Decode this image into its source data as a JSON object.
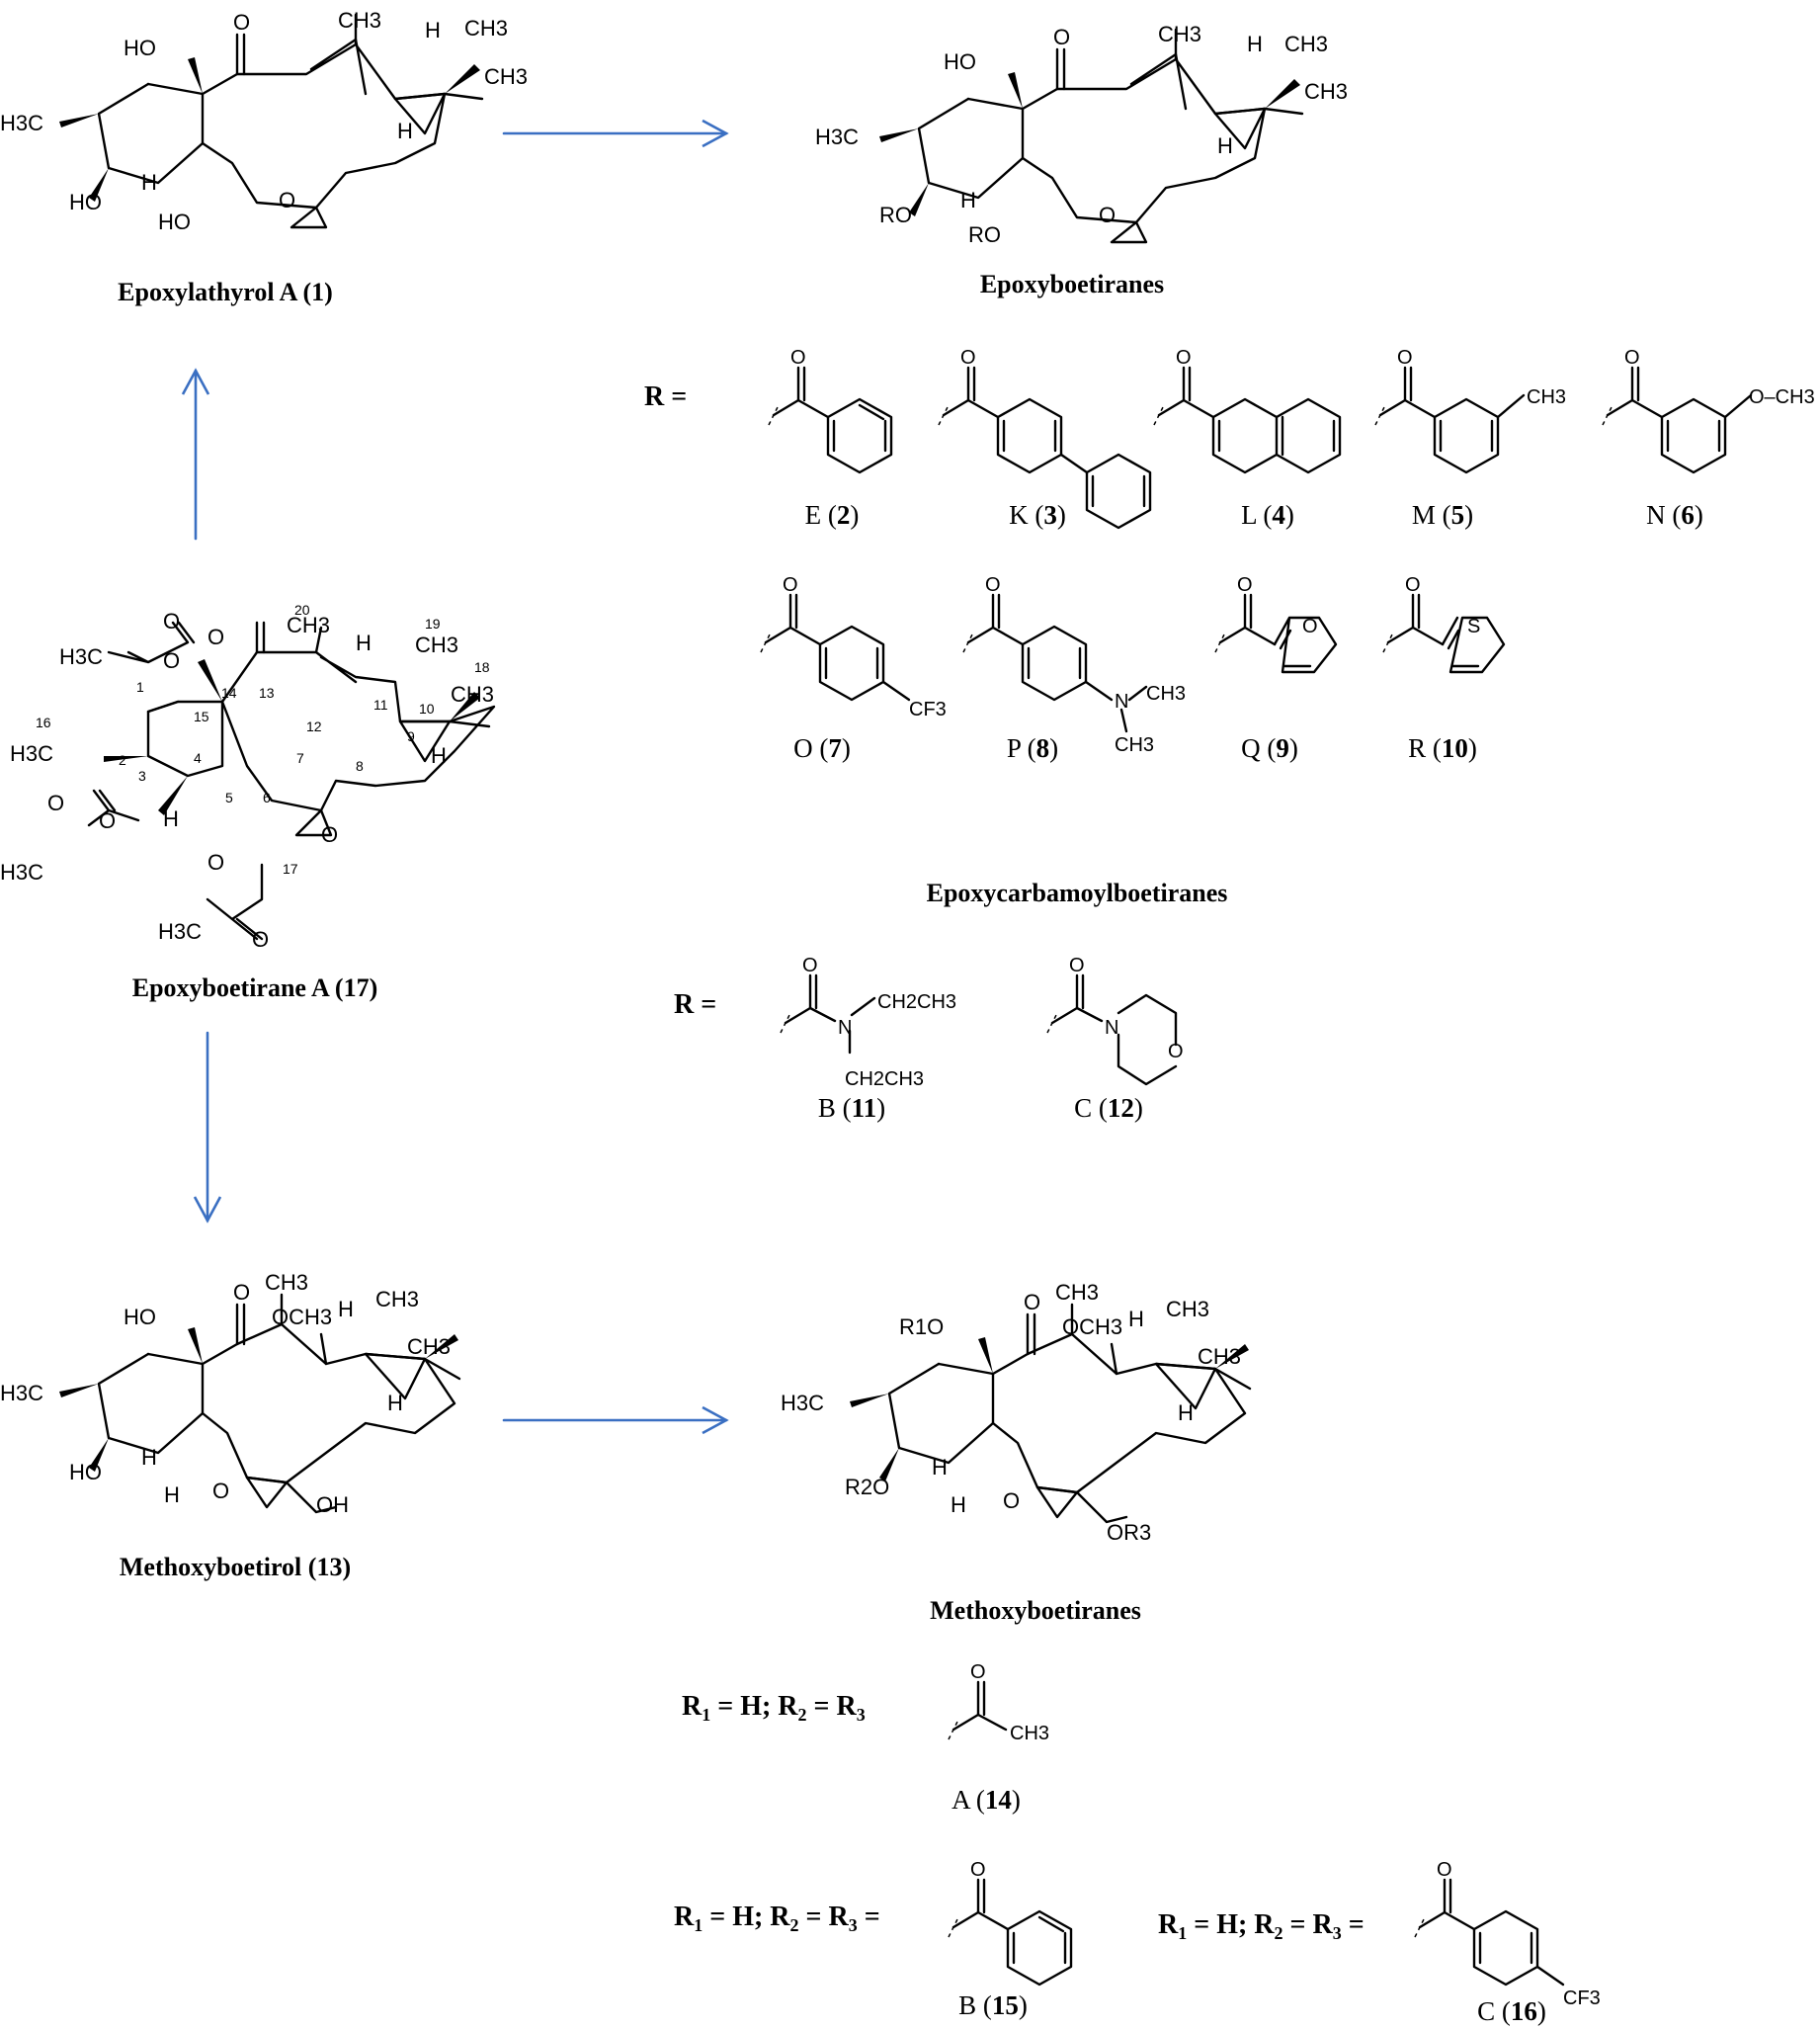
{
  "compounds": {
    "epoxylathyrol": {
      "name": "Epoxylathyrol A",
      "num": "1"
    },
    "epoxyboetirane_a": {
      "name": "Epoxyboetirane A",
      "num": "17"
    },
    "methoxyboetirol": {
      "name": "Methoxyboetirol",
      "num": "13"
    }
  },
  "series": {
    "epoxyboetiranes": "Epoxyboetiranes",
    "epoxycarbamoylboetiranes": "Epoxycarbamoylboetiranes",
    "methoxyboetiranes": "Methoxyboetiranes"
  },
  "r_label": "R =",
  "r_condition": {
    "r1": "R",
    "eq1": " = H; R",
    "eq2": " = R",
    "eq3": " ="
  },
  "derivatives_epoxy": [
    {
      "letter": "E",
      "num": "2"
    },
    {
      "letter": "K",
      "num": "3"
    },
    {
      "letter": "L",
      "num": "4"
    },
    {
      "letter": "M",
      "num": "5"
    },
    {
      "letter": "N",
      "num": "6"
    },
    {
      "letter": "O",
      "num": "7"
    },
    {
      "letter": "P",
      "num": "8"
    },
    {
      "letter": "Q",
      "num": "9"
    },
    {
      "letter": "R",
      "num": "10"
    }
  ],
  "derivatives_carbamoyl": [
    {
      "letter": "B",
      "num": "11"
    },
    {
      "letter": "C",
      "num": "12"
    }
  ],
  "derivatives_methoxy": [
    {
      "letter": "A",
      "num": "14"
    },
    {
      "letter": "B",
      "num": "15"
    },
    {
      "letter": "C",
      "num": "16"
    }
  ],
  "atoms": {
    "HO": "HO",
    "O": "O",
    "CH3": "CH3",
    "H": "H",
    "H3C": "H3C",
    "RO": "RO",
    "OCH3": "OCH3",
    "CF3": "CF3",
    "N": "N",
    "S": "S",
    "OH": "OH",
    "CH2CH3": "CH2CH3",
    "R1O": "R1O",
    "R2O": "R2O",
    "OR3": "OR3",
    "OMe": "O–CH3"
  },
  "atom_numbers": [
    "1",
    "2",
    "3",
    "4",
    "5",
    "6",
    "7",
    "8",
    "9",
    "10",
    "11",
    "12",
    "13",
    "14",
    "15",
    "16",
    "17",
    "18",
    "19",
    "20"
  ],
  "colors": {
    "arrow": "#3a6fc2",
    "ink": "#000000"
  }
}
